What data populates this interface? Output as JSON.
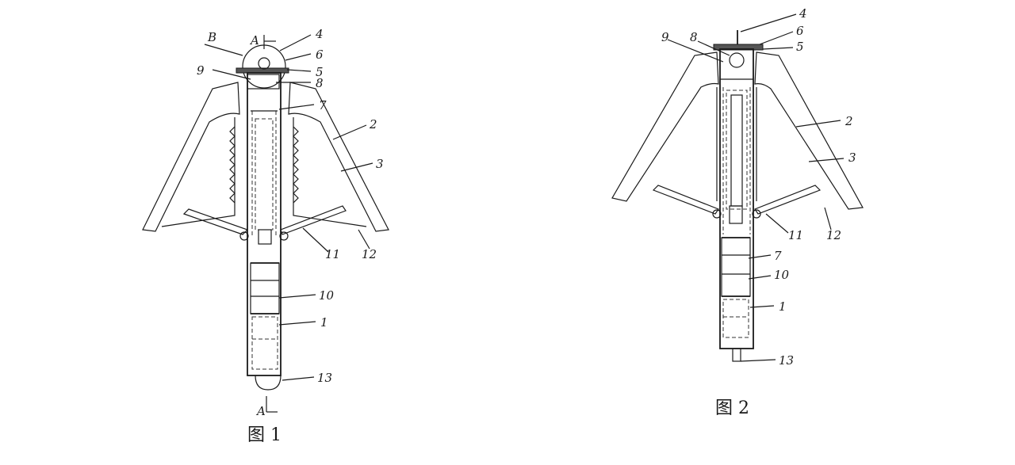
{
  "figure1": {
    "caption": "图 1",
    "section_top": "A",
    "section_bottom": "A",
    "detail": "B",
    "labels": [
      "4",
      "6",
      "5",
      "9",
      "8",
      "7",
      "2",
      "3",
      "11",
      "12",
      "10",
      "1",
      "13"
    ]
  },
  "figure2": {
    "caption": "图 2",
    "labels": [
      "4",
      "6",
      "5",
      "9",
      "8",
      "2",
      "3",
      "11",
      "12",
      "7",
      "10",
      "1",
      "13"
    ]
  }
}
